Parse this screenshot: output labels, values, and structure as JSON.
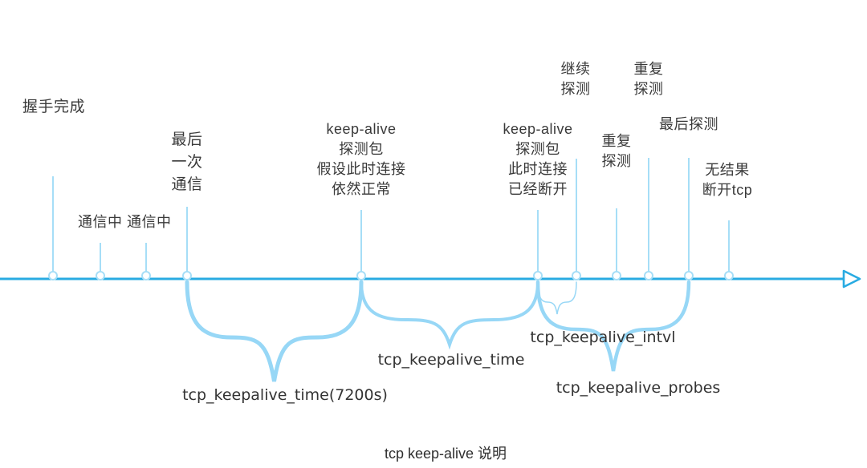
{
  "caption": "tcp keep-alive 说明",
  "colors": {
    "timeline": "#29abe2",
    "tick": "#a6def7",
    "brace": "#97d7f6",
    "text": "#3a3a3a"
  },
  "events": [
    {
      "id": "handshake-complete",
      "label": "握手完成"
    },
    {
      "id": "communicating",
      "label": "通信中 通信中"
    },
    {
      "id": "last-communication",
      "label": "最后\n一次\n通信"
    },
    {
      "id": "probe-alive",
      "label": "keep-alive\n探测包\n假设此时连接\n依然正常"
    },
    {
      "id": "probe-broken",
      "label": "keep-alive\n探测包\n此时连接\n已经断开"
    },
    {
      "id": "continue-probe",
      "label": "继续\n探测"
    },
    {
      "id": "repeat-probe-1",
      "label": "重复\n探测"
    },
    {
      "id": "repeat-probe-2",
      "label": "重复\n探测"
    },
    {
      "id": "last-probe",
      "label": "最后探测"
    },
    {
      "id": "no-result-disconnect",
      "label": "无结果\n断开tcp"
    }
  ],
  "intervals": [
    {
      "id": "keepalive-time-7200",
      "label": "tcp_keepalive_time(7200s)"
    },
    {
      "id": "keepalive-time",
      "label": "tcp_keepalive_time"
    },
    {
      "id": "keepalive-intvl",
      "label": "tcp_keepalive_intvl"
    },
    {
      "id": "keepalive-probes",
      "label": "tcp_keepalive_probes"
    }
  ]
}
